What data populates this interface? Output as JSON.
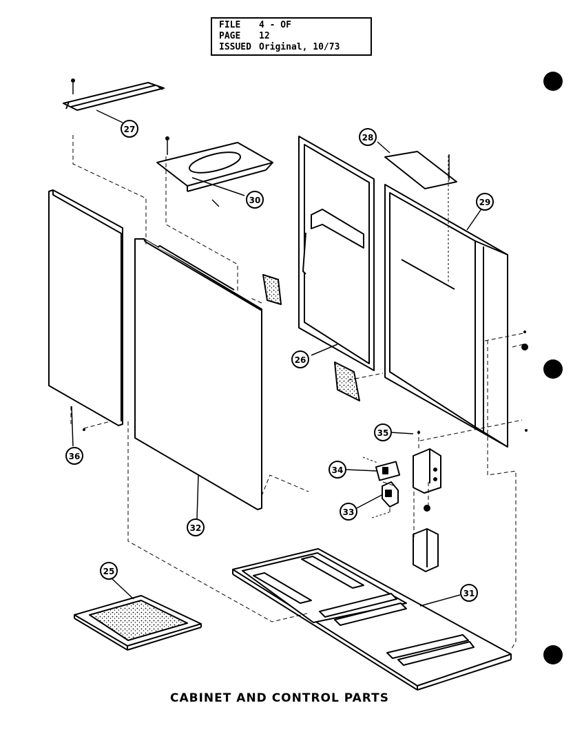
{
  "header": {
    "rows": [
      {
        "key": "FILE",
        "value": "4 - OF"
      },
      {
        "key": "PAGE",
        "value": "12"
      },
      {
        "key": "ISSUED",
        "value": "Original, 10/73"
      }
    ]
  },
  "title": "CABINET AND CONTROL PARTS",
  "callouts": [
    "25",
    "26",
    "27",
    "28",
    "29",
    "30",
    "31",
    "32",
    "33",
    "34",
    "35",
    "36"
  ],
  "colors": {
    "ink": "#000000",
    "paper": "#ffffff"
  }
}
